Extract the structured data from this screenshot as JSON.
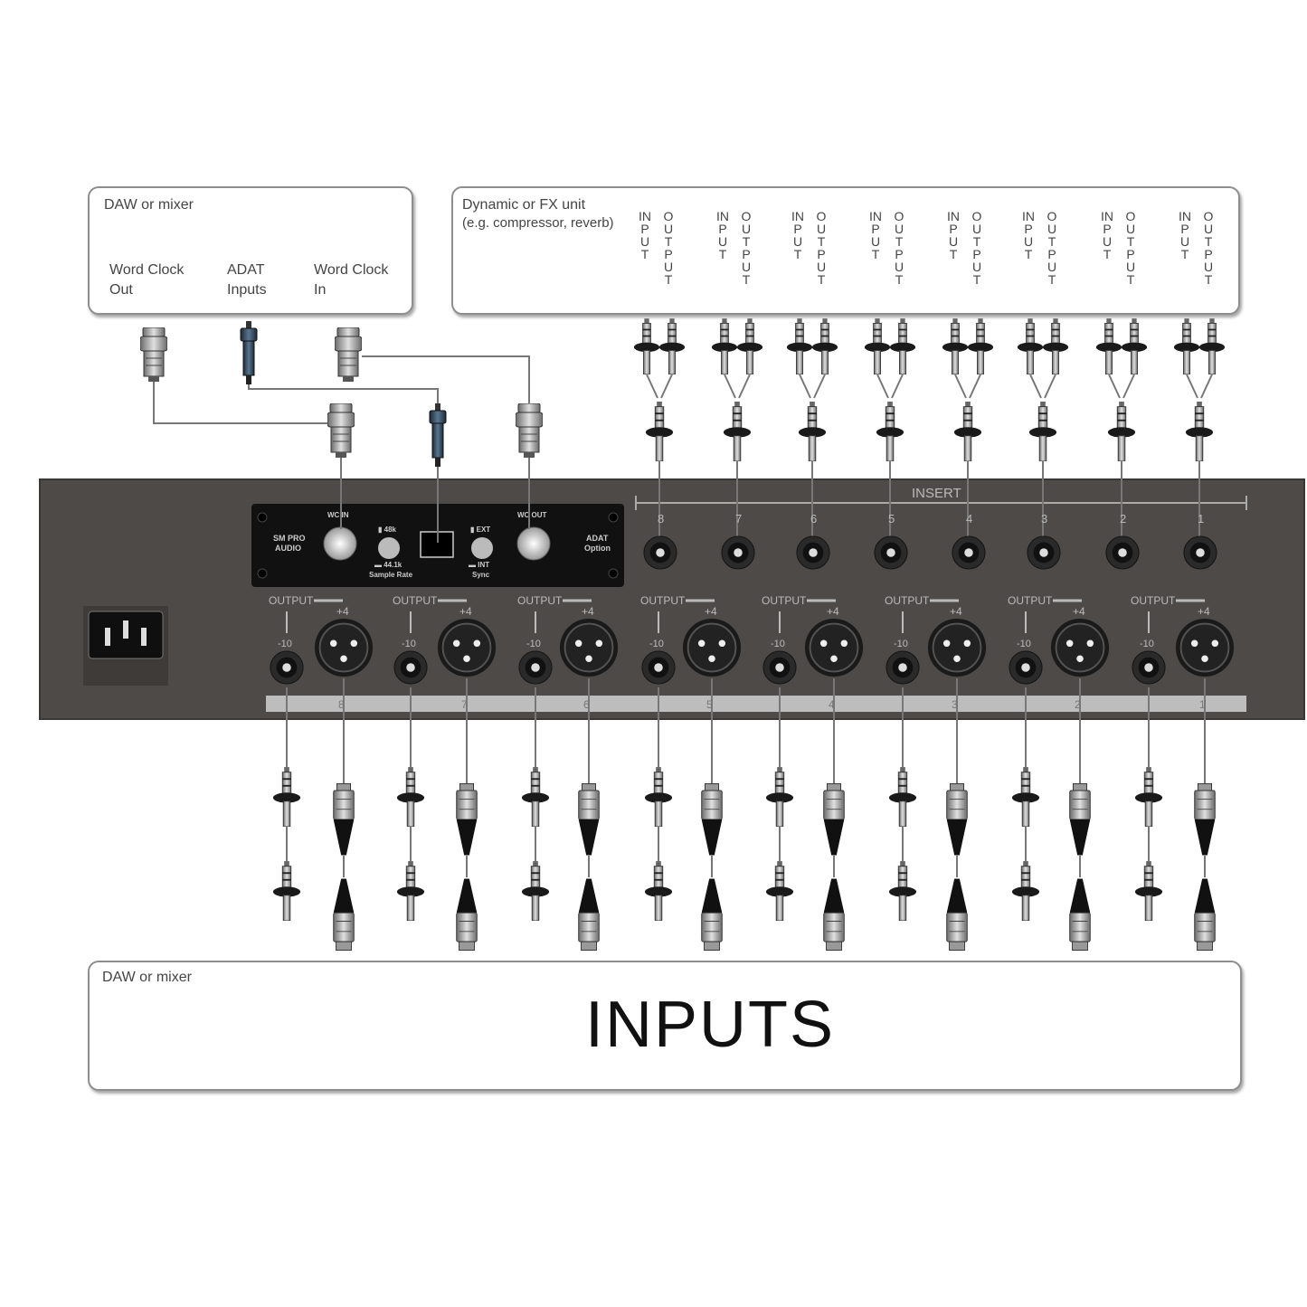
{
  "daw_top": {
    "title": "DAW or mixer",
    "ports": [
      "Word Clock\nOut",
      "ADAT\nInputs",
      "Word Clock\nIn"
    ]
  },
  "fx_unit": {
    "title": "Dynamic or FX unit",
    "subtitle": "(e.g. compressor, reverb)",
    "input_label": "INPUT",
    "output_label": "OUTPUT"
  },
  "rack": {
    "insert_label": "INSERT",
    "insert_numbers": [
      "8",
      "7",
      "6",
      "5",
      "4",
      "3",
      "2",
      "1"
    ],
    "output_label": "OUTPUT",
    "minus10_label": "-10",
    "plus4_label": "+4",
    "channel_numbers": [
      "8",
      "7",
      "6",
      "5",
      "4",
      "3",
      "2",
      "1"
    ],
    "adat_card": {
      "brand": "SM PRO\nAUDIO",
      "wc_in": "WC IN",
      "wc_out": "WC OUT",
      "rate_top": "48k",
      "rate_bottom": "44.1k",
      "sample_rate": "Sample Rate",
      "sync_top": "EXT",
      "sync_bottom": "INT",
      "sync": "Sync",
      "option": "ADAT\nOption"
    }
  },
  "daw_bottom": {
    "title": "DAW or mixer",
    "heading": "INPUTS"
  },
  "colors": {
    "rack": "#4d4a48",
    "rack_border": "#3a3836",
    "strip": "#bdbdbd",
    "card": "#111111",
    "cable": "#777777",
    "box_border": "#8e8e8e"
  }
}
